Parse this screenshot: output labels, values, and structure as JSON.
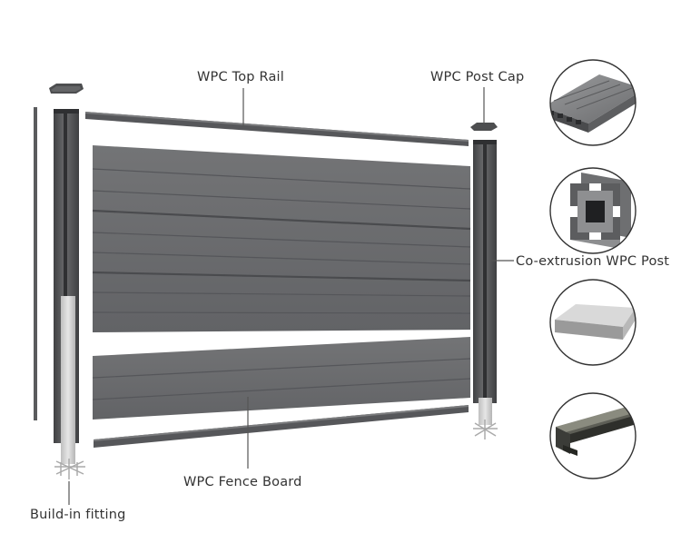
{
  "labels": {
    "top_rail": "WPC Top Rail",
    "post_cap": "WPC Post Cap",
    "post": "Co-extrusion WPC Post",
    "fence_board": "WPC Fence Board",
    "fitting": "Build-in fitting"
  },
  "colors": {
    "board": "#6d6e70",
    "board_line": "#55565a",
    "post": "#58595b",
    "post_dark": "#3f4042",
    "fitting": "#d0d0d0",
    "callout_line": "#555555",
    "text": "#333333"
  },
  "icons": [
    "board-section-icon",
    "post-profile-icon",
    "post-cap-icon",
    "u-channel-rail-icon"
  ]
}
